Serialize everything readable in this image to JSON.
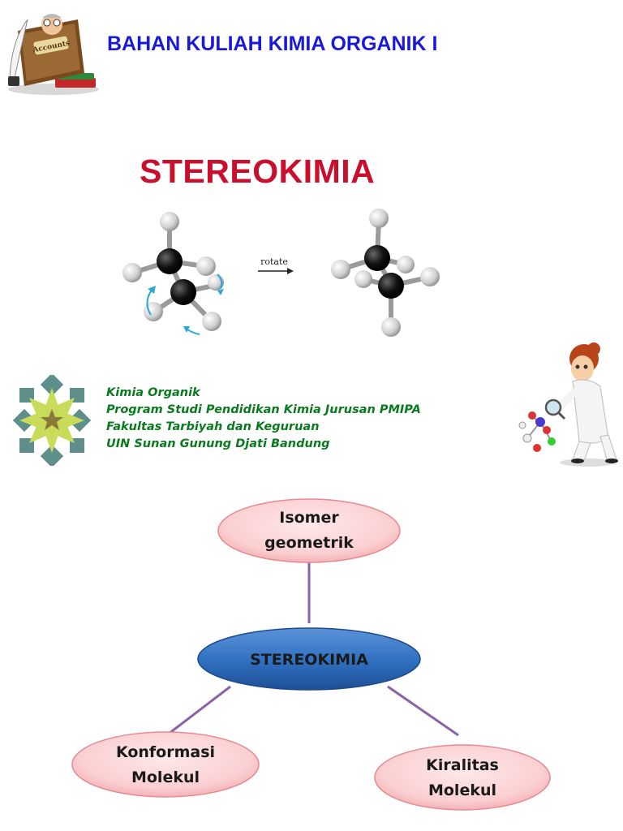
{
  "slide1": {
    "header_title": "BAHAN KULIAH KIMIA ORGANIK I",
    "main_title": "STEREOKIMIA",
    "diagram": {
      "arrow_label": "rotate"
    },
    "institution_lines": [
      "Kimia Organik",
      "Program Studi Pendidikan Kimia Jurusan PMIPA",
      "Fakultas Tarbiyah dan Keguruan",
      "UIN Sunan Gunung Djati Bandung"
    ],
    "logo_text": "Accounts"
  },
  "slide2": {
    "center_node": "STEREOKIMIA",
    "top_node": [
      "Isomer",
      "geometrik"
    ],
    "left_node": [
      "Konformasi",
      "Molekul"
    ],
    "right_node": [
      "Kiralitas",
      "Molekul"
    ]
  },
  "colors": {
    "header_blue": "#1a1ad6",
    "title_red": "#c8102e",
    "institution_green": "#0a7a1e",
    "center_node_blue": "#2f6fc0",
    "pink_node": "#fbd3d5",
    "connector_purple": "#8a62a8"
  }
}
